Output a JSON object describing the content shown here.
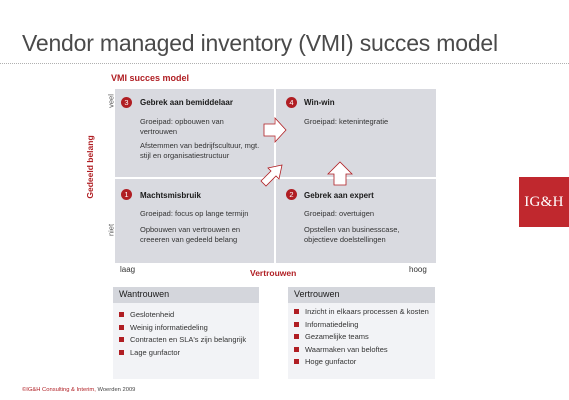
{
  "slide": {
    "title": "Vendor managed inventory (VMI) succes model"
  },
  "model": {
    "title": "VMI succes model",
    "y_axis_label": "Gedeeld belang",
    "y_high_label": "veel",
    "y_low_label": "niet",
    "x_axis_label": "Vertrouwen",
    "x_low_label": "laag",
    "x_high_label": "hoog",
    "quadrants": {
      "q1": {
        "number": "1",
        "title": "Machtsmisbruik",
        "line1": "Groeipad: focus op lange termijn",
        "line2": "Opbouwen van vertrouwen en creeeren van gedeeld belang"
      },
      "q2": {
        "number": "2",
        "title": "Gebrek aan expert",
        "line1": "Groeipad: overtuigen",
        "line2": "Opstellen van businesscase, objectieve doelstellingen"
      },
      "q3": {
        "number": "3",
        "title": "Gebrek aan bemiddelaar",
        "line1": "Groeipad: opbouwen van vertrouwen",
        "line2": "Afstemmen van bedrijfscultuur, mgt. stijl en organisatiestructuur"
      },
      "q4": {
        "number": "4",
        "title": "Win-win",
        "line1": "Groeipad: ketenintegratie"
      }
    },
    "colors": {
      "accent": "#b01e23",
      "grid": "#d9dae0",
      "arrow_fill": "#ffffff",
      "arrow_stroke": "#b01e23"
    }
  },
  "boxes": {
    "wantrouwen": {
      "title": "Wantrouwen",
      "items": [
        "Geslotenheid",
        "Weinig informatiedeling",
        "Contracten en SLA's zijn belangrijk",
        "Lage gunfactor"
      ]
    },
    "vertrouwen": {
      "title": "Vertrouwen",
      "items": [
        "Inzicht in elkaars processen & kosten",
        "Informatiedeling",
        "Gezamelijke teams",
        "Waarmaken van beloftes",
        "Hoge gunfactor"
      ]
    }
  },
  "logo": {
    "text": "IG&H",
    "color": "#c0282e"
  },
  "footer": {
    "copyright_prefix": "©IG&H Consulting & Interim,",
    "copyright_suffix": " Woerden 2009"
  }
}
